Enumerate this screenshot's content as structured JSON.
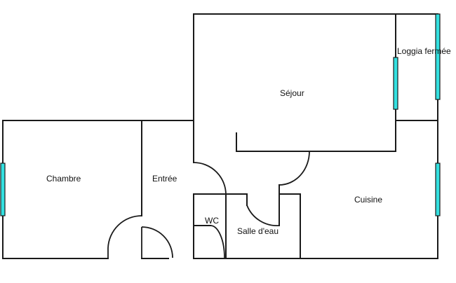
{
  "rooms": {
    "chambre": "Chambre",
    "entree": "Entrée",
    "sejour": "Séjour",
    "loggia": "Loggia fermée",
    "wc": "WC",
    "salle_eau": "Salle d'eau",
    "cuisine": "Cuisine"
  },
  "colors": {
    "wall": "#1a1a1a",
    "window": "#33e0e0",
    "background": "#ffffff"
  }
}
